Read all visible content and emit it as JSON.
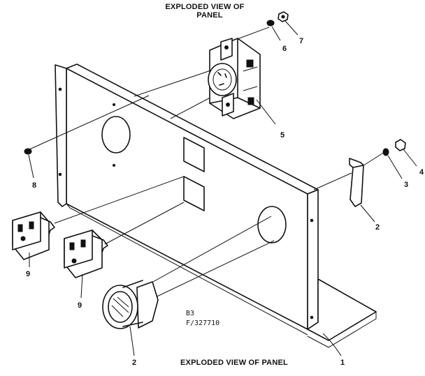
{
  "title": {
    "line1": "EXPLODED VIEW OF",
    "line2": "PANEL"
  },
  "caption": "EXPLODED VIEW OF PANEL",
  "model": {
    "line1": "B3",
    "line2": "F/327710"
  },
  "callouts": {
    "c1": "1",
    "c2a": "2",
    "c2b": "2",
    "c3": "3",
    "c4": "4",
    "c5": "5",
    "c6": "6",
    "c7": "7",
    "c8": "8",
    "c9a": "9",
    "c9b": "9"
  }
}
